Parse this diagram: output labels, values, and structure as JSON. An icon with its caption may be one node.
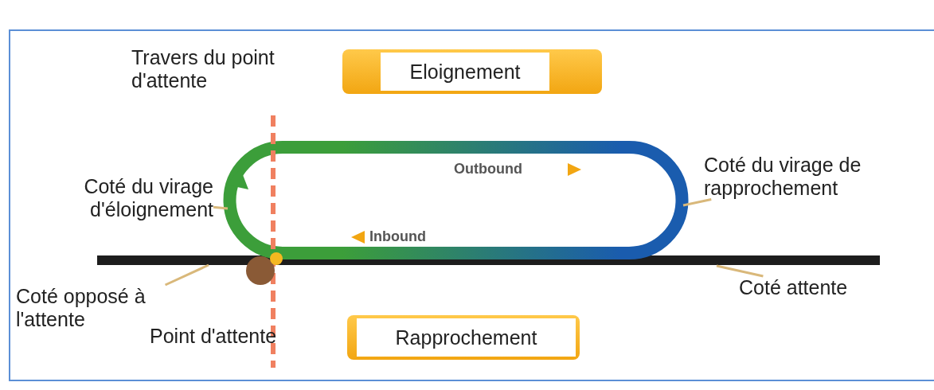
{
  "diagram": {
    "nodes": [
      {
        "text": [
          "Eloignement"
        ]
      },
      {
        "text": [
          "Coté du virage d'éloignement"
        ]
      },
      {
        "text": [
          "Coté du virage de rapprochement"
        ]
      },
      {
        "text": [
          "Coté opposé à l'attente"
        ]
      },
      {
        "text": [
          "Coté attente"
        ]
      },
      {
        "text": [
          "Rapprochement"
        ]
      }
    ],
    "edges": [
      {
        "from": 1,
        "to": null,
        "arrow": "none"
      },
      {
        "from": 2,
        "to": null,
        "arrow": "none"
      },
      {
        "from": 3,
        "to": null,
        "arrow": "none"
      },
      {
        "from": 4,
        "to": null,
        "arrow": "none"
      }
    ],
    "labels": [
      "Travers du point d'attente",
      "Outbound",
      "Inbound",
      "Point d'attente"
    ]
  }
}
